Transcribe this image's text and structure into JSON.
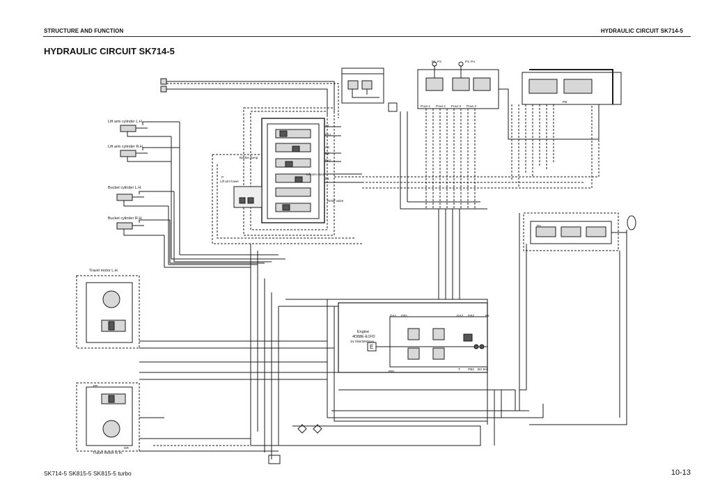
{
  "header": {
    "left": "STRUCTURE AND FUNCTION",
    "right": "HYDRAULIC CIRCUIT SK714-5"
  },
  "title": "HYDRAULIC CIRCUIT SK714-5",
  "footer": {
    "models": "SK714-5  SK815-5  SK815-5 turbo",
    "page": "10-13"
  },
  "diagram": {
    "labels": {
      "lift_arm_lh": "Lift arm cylinder L.H.",
      "lift_arm_rh": "Lift arm cylinder R.H.",
      "bucket_lh": "Bucket cylinder L.H.",
      "bucket_rh": "Bucket cylinder R.H.",
      "travel_lh": "Travel motor L.H.",
      "travel_rh": "Travel motor R.H.",
      "engine": "Engine",
      "engine_model": "4D88E-E1FD",
      "engine_power": "34.7kW/2800rpm",
      "engine_symbol": "E",
      "relief": "Relief valve",
      "bucket_dump": "Bucket dump",
      "lift_arm_lower": "Lift arm lower",
      "lift_arm_raise": "Lift arm raise"
    },
    "ports": {
      "p1": "P1",
      "p2": "P2",
      "p3": "P3",
      "p4": "P4",
      "pout1": "Pout 1",
      "pout2": "Pout 2",
      "pout3": "Pout 3",
      "pout4": "Pout 4",
      "a1": "A1",
      "b1": "B1",
      "a2": "A2",
      "b2": "B2",
      "pa1": "PA1",
      "pb1": "PB1",
      "pa2": "PA2",
      "pb2": "PB2",
      "da1": "DA1",
      "db1": "DB1",
      "da2": "DA2",
      "db2": "DB2",
      "pa": "PA",
      "pb": "PB",
      "ps": "Ps",
      "t": "T",
      "dr": "DR",
      "p": "P",
      "b3": "B3",
      "b4": "B4",
      "pp": "PP"
    },
    "colors": {
      "line": "#1a1a1a",
      "component_fill": "#d8d8d8",
      "dark_fill": "#555555"
    }
  }
}
